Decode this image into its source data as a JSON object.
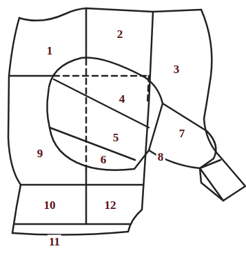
{
  "diagram": {
    "labels": [
      "1",
      "2",
      "3",
      "4",
      "7",
      "5",
      "9",
      "6",
      "8",
      "10",
      "12",
      "11"
    ]
  }
}
